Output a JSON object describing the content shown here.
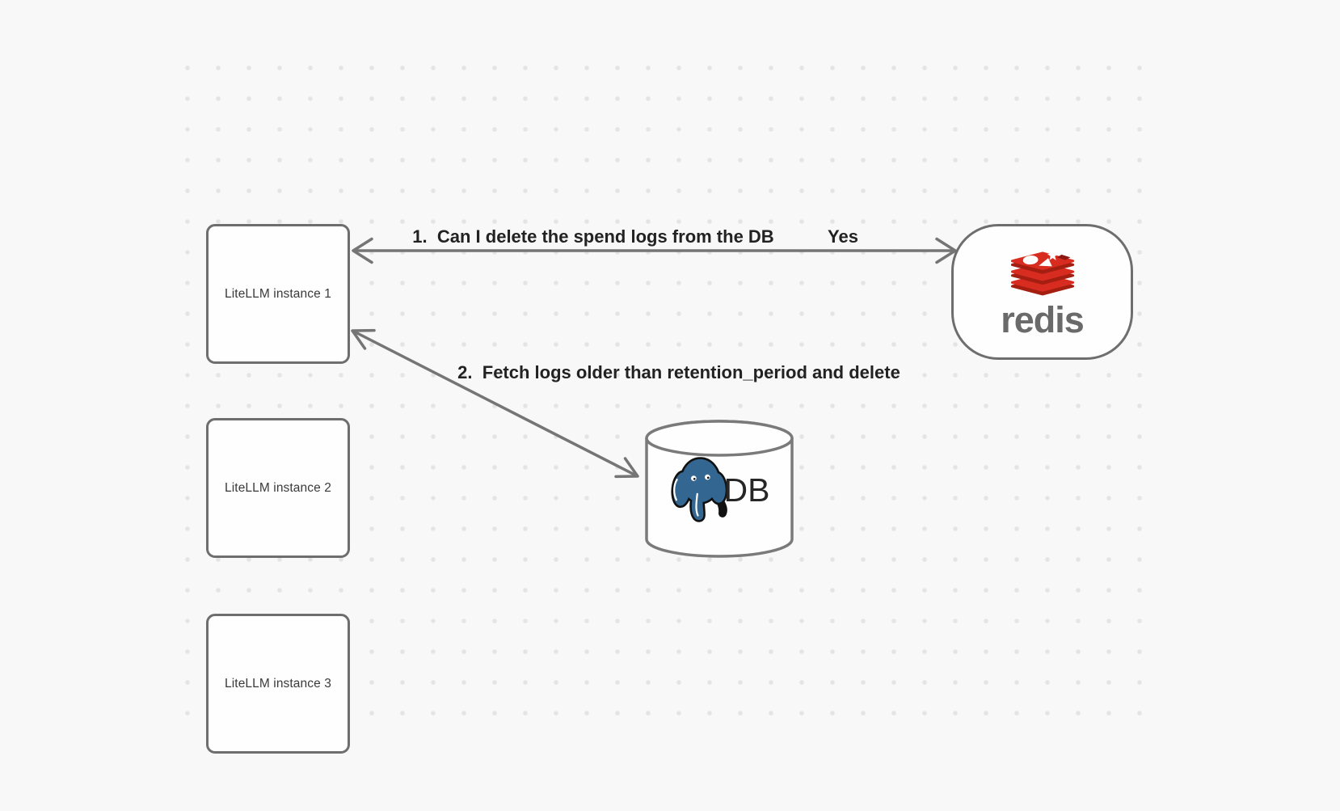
{
  "diagram": {
    "title_hint": "LiteLLM spend-log cleanup flow",
    "nodes": {
      "instances": [
        {
          "label": "LiteLLM instance 1"
        },
        {
          "label": "LiteLLM instance 2"
        },
        {
          "label": "LiteLLM instance 3"
        }
      ],
      "redis": {
        "wordmark": "redis",
        "icon": "redis-logo-icon"
      },
      "db": {
        "label": "DB",
        "icon": "postgres-elephant-icon"
      }
    },
    "arrows": {
      "redis_flow": {
        "question": "1.  Can I delete the spend logs from the DB",
        "answer": "Yes",
        "style": "double-headed"
      },
      "db_flow": {
        "label": "2.  Fetch logs older than retention_period and delete",
        "style": "double-headed"
      }
    },
    "colors": {
      "background": "#f8f8f8",
      "dot_grid": "#e4e4e4",
      "shape_stroke": "#6e6e6e",
      "arrow_stroke": "#757575",
      "label_text": "#222222",
      "node_text": "#3a3a3a",
      "redis_red": "#d82c20",
      "redis_dark_red": "#a41e11",
      "redis_wordmark_gray": "#6a6a6a",
      "postgres_blue": "#336791"
    }
  }
}
